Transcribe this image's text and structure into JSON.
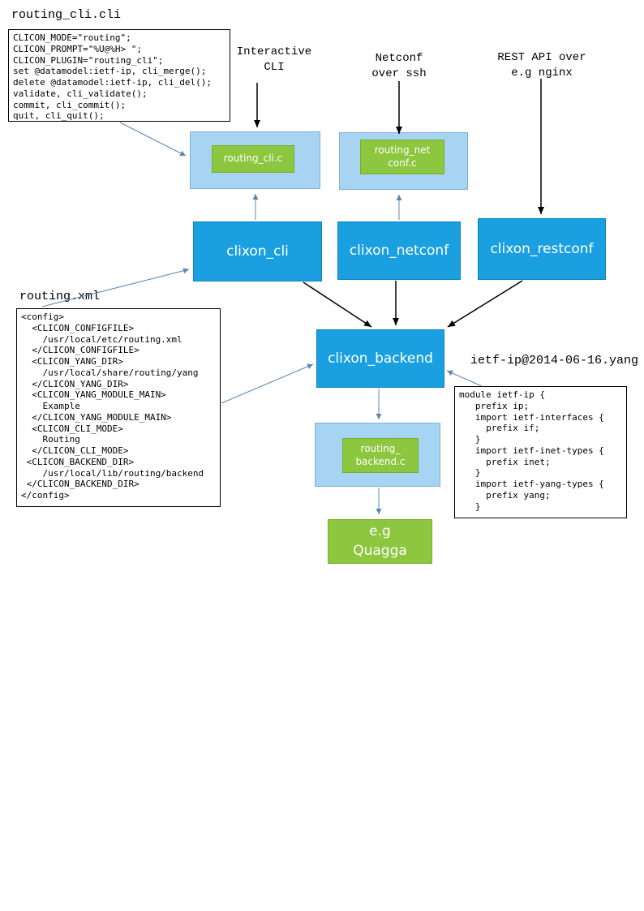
{
  "labels": {
    "routing_cli_file": "routing_cli.cli",
    "interactive_cli": "Interactive\nCLI",
    "netconf_over_ssh": "Netconf\nover ssh",
    "rest_api": "REST API over\ne.g nginx",
    "routing_xml_file": "routing.xml",
    "yang_file": "ietf-ip@2014-06-16.yang"
  },
  "code": {
    "routing_cli": "CLICON_MODE=\"routing\";\nCLICON_PROMPT=\"%U@%H> \";\nCLICON_PLUGIN=\"routing_cli\";\nset @datamodel:ietf-ip, cli_merge();\ndelete @datamodel:ietf-ip, cli_del();\nvalidate, cli_validate();\ncommit, cli_commit();\nquit, cli_quit();",
    "routing_xml": "<config>\n  <CLICON_CONFIGFILE>\n    /usr/local/etc/routing.xml\n  </CLICON_CONFIGFILE>\n  <CLICON_YANG_DIR>\n    /usr/local/share/routing/yang\n  </CLICON_YANG_DIR>\n  <CLICON_YANG_MODULE_MAIN>\n    Example\n  </CLICON_YANG_MODULE_MAIN>\n  <CLICON_CLI_MODE>\n    Routing\n  </CLICON_CLI_MODE>\n <CLICON_BACKEND_DIR>\n    /usr/local/lib/routing/backend\n </CLICON_BACKEND_DIR>\n</config>",
    "yang_module": "module ietf-ip {\n   prefix ip;\n   import ietf-interfaces {\n     prefix if;\n   }\n   import ietf-inet-types {\n     prefix inet;\n   }\n   import ietf-yang-types {\n     prefix yang;\n   }"
  },
  "nodes": {
    "routing_cli_c": "routing_cli.c",
    "routing_netconf_c": "routing_net\nconf.c",
    "clixon_cli": "clixon_cli",
    "clixon_netconf": "clixon_netconf",
    "clixon_restconf": "clixon_restconf",
    "clixon_backend": "clixon_backend",
    "routing_backend_c": "routing_\nbackend.c",
    "quagga": "e.g\nQuagga"
  },
  "colors": {
    "node_blue": "#1aa0e1",
    "container_light_blue": "#a8d4f3",
    "node_green": "#8dc63f",
    "arrow_black": "#000000",
    "arrow_blue": "#5a87b5"
  }
}
